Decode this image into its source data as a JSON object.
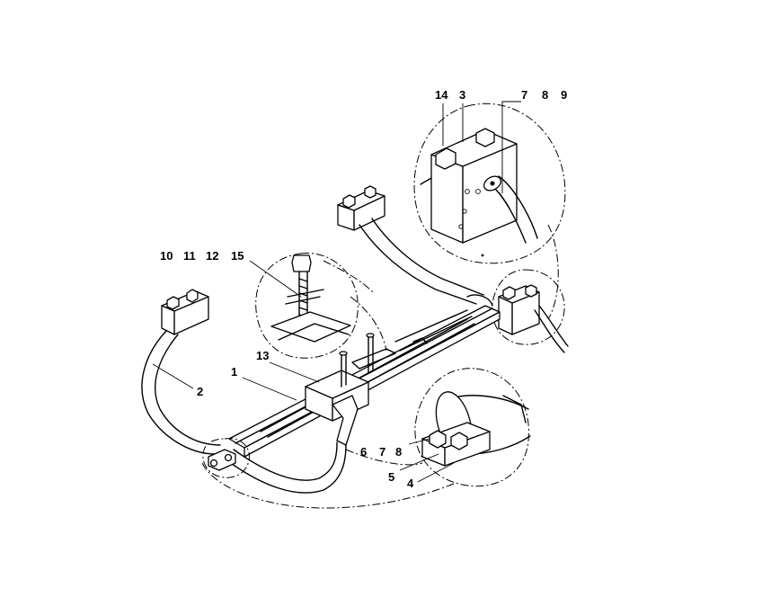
{
  "diagram": {
    "callouts": [
      {
        "id": "c14",
        "text": "14"
      },
      {
        "id": "c3",
        "text": "3"
      },
      {
        "id": "c7a",
        "text": "7"
      },
      {
        "id": "c8a",
        "text": "8"
      },
      {
        "id": "c9",
        "text": "9"
      },
      {
        "id": "c10",
        "text": "10"
      },
      {
        "id": "c11",
        "text": "11"
      },
      {
        "id": "c12",
        "text": "12"
      },
      {
        "id": "c15",
        "text": "15"
      },
      {
        "id": "c13",
        "text": "13"
      },
      {
        "id": "c1",
        "text": "1"
      },
      {
        "id": "c2",
        "text": "2"
      },
      {
        "id": "c6",
        "text": "6"
      },
      {
        "id": "c7b",
        "text": "7"
      },
      {
        "id": "c8b",
        "text": "8"
      },
      {
        "id": "c5",
        "text": "5"
      },
      {
        "id": "c4",
        "text": "4"
      }
    ]
  }
}
